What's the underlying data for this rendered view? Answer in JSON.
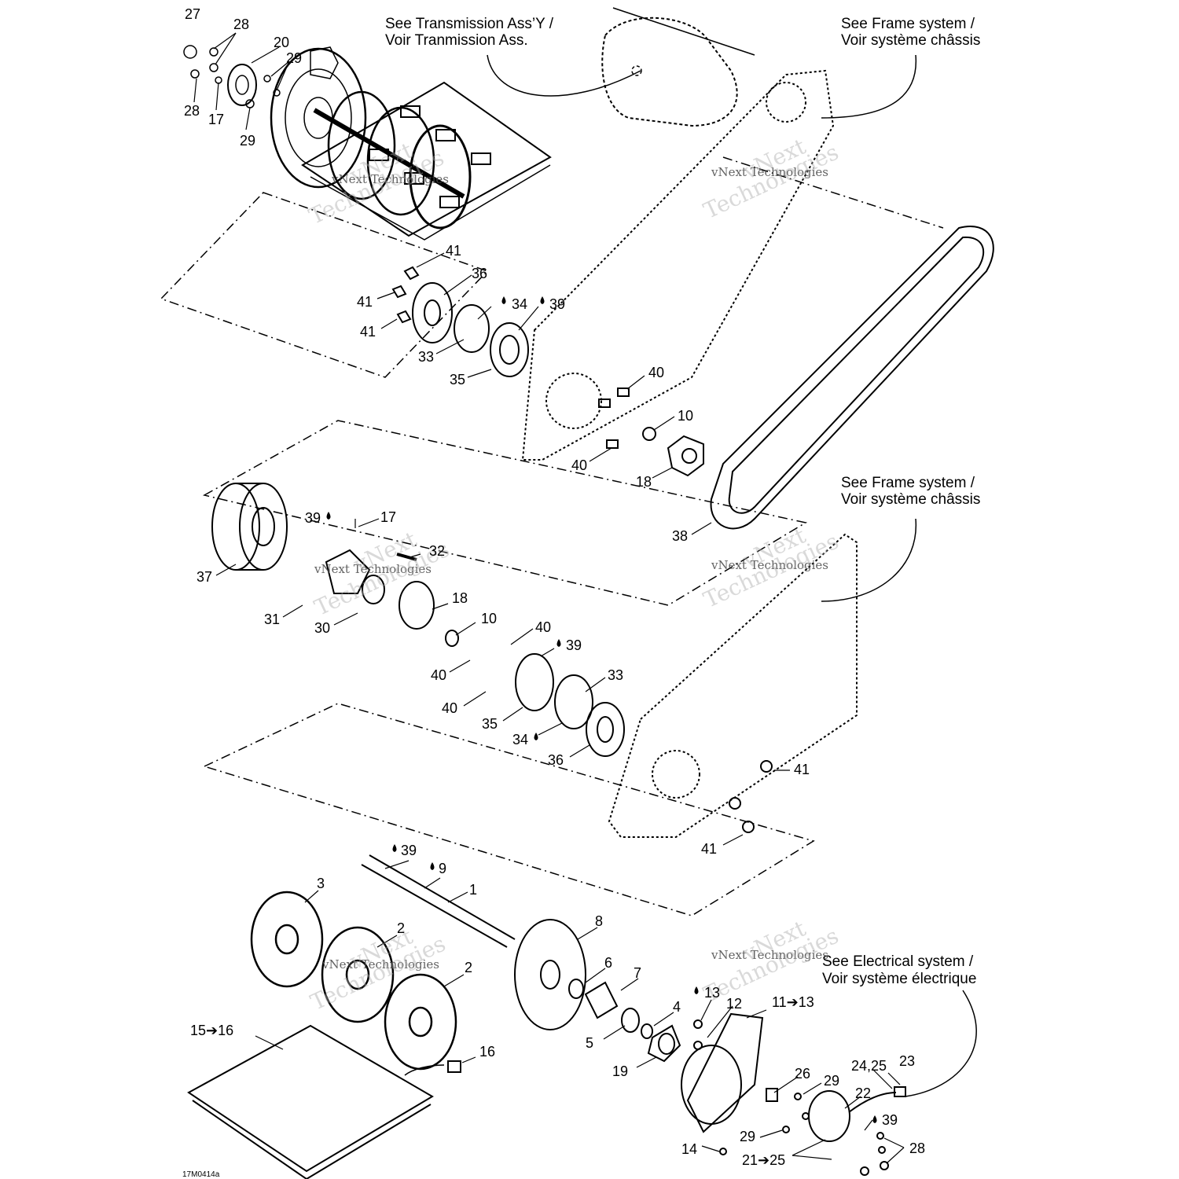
{
  "notes": {
    "transmission_1": "See Transmission Ass’Y /",
    "transmission_2": "Voir Tranmission Ass.",
    "frame_top_1": "See Frame system /",
    "frame_top_2": "Voir système châssis",
    "frame_mid_1": "See Frame system /",
    "frame_mid_2": "Voir système châssis",
    "electrical_1": "See Electrical system /",
    "electrical_2": "Voir système électrique"
  },
  "drawing_code": "17M0414a",
  "watermark": {
    "small": "vNext Technologies",
    "big_1": "vNext",
    "big_2": "Technologies"
  },
  "labels": [
    "27",
    "28",
    "20",
    "29",
    "28",
    "17",
    "29",
    "41",
    "36",
    "41",
    "34",
    "39",
    "41",
    "33",
    "35",
    "40",
    "10",
    "40",
    "18",
    "38",
    "39",
    "17",
    "32",
    "37",
    "31",
    "30",
    "18",
    "10",
    "40",
    "39",
    "40",
    "33",
    "40",
    "35",
    "34",
    "36",
    "41",
    "41",
    "39",
    "9",
    "1",
    "3",
    "2",
    "2",
    "8",
    "6",
    "7",
    "4",
    "5",
    "19",
    "13",
    "12",
    "11➔13",
    "15➔16",
    "16",
    "26",
    "29",
    "24,25",
    "23",
    "22",
    "39",
    "28",
    "29",
    "14",
    "21➔25"
  ],
  "colors": {
    "line": "#000000",
    "watermark": "#9a9a9a"
  }
}
